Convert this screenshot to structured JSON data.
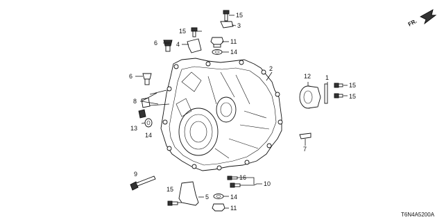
{
  "diagram": {
    "part_code": "T6N4A5200A",
    "direction_label": "FR.",
    "callouts": [
      {
        "id": "c15a",
        "label": "15"
      },
      {
        "id": "c3",
        "label": "3"
      },
      {
        "id": "c15b",
        "label": "15"
      },
      {
        "id": "c6a",
        "label": "6"
      },
      {
        "id": "c4",
        "label": "4"
      },
      {
        "id": "c11a",
        "label": "11"
      },
      {
        "id": "c14a",
        "label": "14"
      },
      {
        "id": "c2",
        "label": "2"
      },
      {
        "id": "c12",
        "label": "12"
      },
      {
        "id": "c1",
        "label": "1"
      },
      {
        "id": "c15c",
        "label": "15"
      },
      {
        "id": "c15d",
        "label": "15"
      },
      {
        "id": "c6b",
        "label": "6"
      },
      {
        "id": "c8",
        "label": "8"
      },
      {
        "id": "c13",
        "label": "13"
      },
      {
        "id": "c14b",
        "label": "14"
      },
      {
        "id": "c7",
        "label": "7"
      },
      {
        "id": "c9",
        "label": "9"
      },
      {
        "id": "c16",
        "label": "16"
      },
      {
        "id": "c10",
        "label": "10"
      },
      {
        "id": "c15e",
        "label": "15"
      },
      {
        "id": "c5",
        "label": "5"
      },
      {
        "id": "c14c",
        "label": "14"
      },
      {
        "id": "c11b",
        "label": "11"
      }
    ]
  }
}
